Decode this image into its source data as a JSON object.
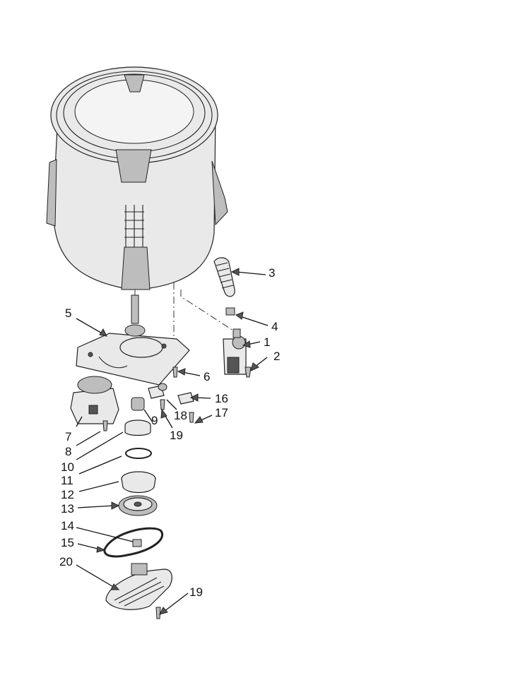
{
  "callouts": [
    {
      "id": "c1",
      "text": "1",
      "component": "drain-pump"
    },
    {
      "id": "c2",
      "text": "2",
      "component": "pump-screw"
    },
    {
      "id": "c3",
      "text": "3",
      "component": "drain-hose"
    },
    {
      "id": "c4",
      "text": "4",
      "component": "hose-clamp"
    },
    {
      "id": "c5",
      "text": "5",
      "component": "gearcase-mounting-plate"
    },
    {
      "id": "c6",
      "text": "6",
      "component": "plate-screw"
    },
    {
      "id": "c7",
      "text": "7",
      "component": "drive-motor"
    },
    {
      "id": "c8",
      "text": "8",
      "component": "motor-screw"
    },
    {
      "id": "c9",
      "text": "9",
      "component": "shaft-spacer"
    },
    {
      "id": "c10",
      "text": "10",
      "component": "shift-collar"
    },
    {
      "id": "c11",
      "text": "11",
      "component": "retaining-ring"
    },
    {
      "id": "c12",
      "text": "12",
      "component": "hub-assembly"
    },
    {
      "id": "c13",
      "text": "13",
      "component": "drive-pulley"
    },
    {
      "id": "c14",
      "text": "14",
      "component": "pulley-nut"
    },
    {
      "id": "c15",
      "text": "15",
      "component": "drive-belt"
    },
    {
      "id": "c16",
      "text": "16",
      "component": "small-bracket"
    },
    {
      "id": "c17",
      "text": "17",
      "component": "bracket-screw"
    },
    {
      "id": "c18",
      "text": "18",
      "component": "actuator"
    },
    {
      "id": "c19a",
      "text": "19",
      "component": "actuator-screw"
    },
    {
      "id": "c19b",
      "text": "19",
      "component": "shield-screw"
    },
    {
      "id": "c20",
      "text": "20",
      "component": "pulley-shield"
    }
  ]
}
